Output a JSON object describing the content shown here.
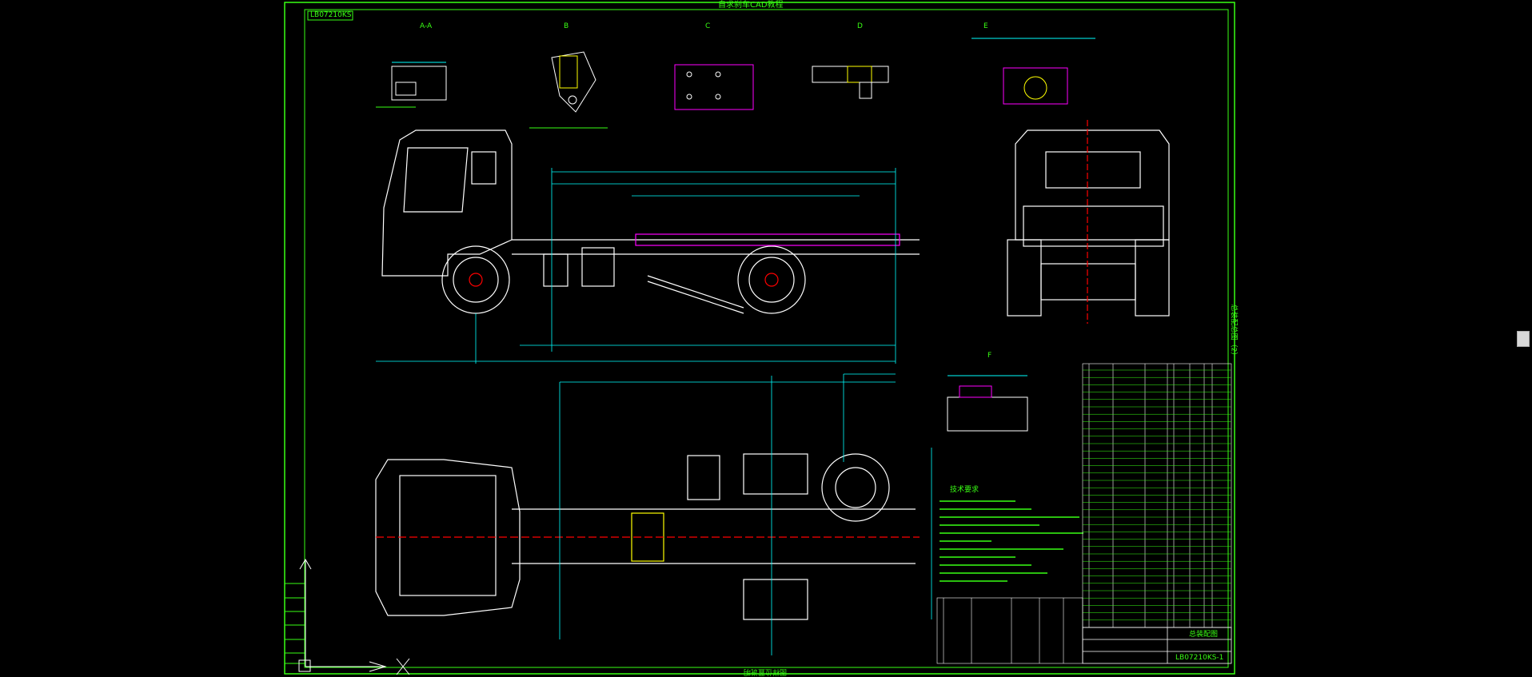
{
  "drawing": {
    "header_title": "自求刹车CAD教程",
    "drawing_number": "LB07210KS",
    "footer_title": "图样位置说明",
    "side_title": "总装配总图（2）",
    "view_label_a": "A-A",
    "view_label_b": "B",
    "view_label_c": "C",
    "view_label_d": "D",
    "view_label_e": "E",
    "view_label_f": "F",
    "notes_heading": "技术要求",
    "title_block_name": "总装配图",
    "title_block_code": "LB07210KS-1"
  },
  "colors": {
    "background": "#000000",
    "frame": "#39ff14",
    "geometry": "#ffffff",
    "dimension": "#00ffff",
    "annotation": "#39ff14",
    "highlight": "#ff00ff",
    "accent": "#ffff00",
    "center": "#ff0000"
  },
  "ui": {
    "scroll_thumb_icon": "scrollbar-thumb-icon"
  }
}
